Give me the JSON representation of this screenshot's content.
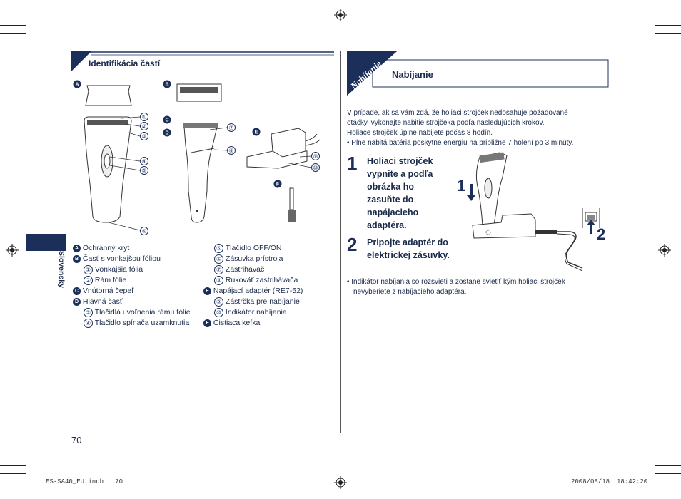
{
  "left": {
    "section_title": "Identifikácia častí",
    "part_letters": [
      "A",
      "B",
      "C",
      "D",
      "E",
      "F"
    ],
    "callouts": [
      "①",
      "②",
      "③",
      "④",
      "⑤",
      "⑥",
      "⑦",
      "⑧",
      "⑨",
      "⑩"
    ],
    "legend_col1": [
      {
        "mark": "A",
        "type": "badge",
        "text": "Ochranný kryt"
      },
      {
        "mark": "B",
        "type": "badge",
        "text": "Časť s vonkajšou fóliou"
      },
      {
        "mark": "①",
        "type": "circ",
        "text": "Vonkajšia fólia"
      },
      {
        "mark": "②",
        "type": "circ",
        "text": "Rám fólie"
      },
      {
        "mark": "C",
        "type": "badge",
        "text": "Vnútorná čepeľ"
      },
      {
        "mark": "D",
        "type": "badge",
        "text": "Hlavná časť"
      },
      {
        "mark": "③",
        "type": "circ",
        "text": "Tlačidlá uvoľnenia rámu fólie"
      },
      {
        "mark": "④",
        "type": "circ",
        "text": "Tlačidlo spínača uzamknutia"
      }
    ],
    "legend_col2": [
      {
        "mark": "⑤",
        "type": "circ",
        "text": "Tlačidlo OFF/ON"
      },
      {
        "mark": "⑥",
        "type": "circ",
        "text": "Zásuvka prístroja"
      },
      {
        "mark": "⑦",
        "type": "circ",
        "text": "Zastrihávač"
      },
      {
        "mark": "⑧",
        "type": "circ",
        "text": "Rukoväť zastrihávača"
      },
      {
        "mark": "E",
        "type": "badge",
        "text": "Napájací adaptér (RE7-52)"
      },
      {
        "mark": "⑨",
        "type": "circ",
        "text": "Zástrčka pre nabíjanie"
      },
      {
        "mark": "⑩",
        "type": "circ",
        "text": "Indikátor nabíjania"
      },
      {
        "mark": "F",
        "type": "badge",
        "text": "Čistiaca kefka"
      }
    ],
    "side_tab": "Slovensky",
    "page_number": "70"
  },
  "right": {
    "tab_label": "Nabíjanie",
    "section_title": "Nabíjanie",
    "intro_lines": [
      "V prípade, ak sa vám zdá, že holiaci strojček nedosahuje požadované",
      "otáčky, vykonajte nabitie strojčeka podľa nasledujúcich krokov.",
      "Holiace strojček úplne nabijete počas 8 hodín.",
      "• Plne nabitá batéria poskytne energiu na približne 7 holení po 3 minúty."
    ],
    "step1_num": "1",
    "step1_text": "Holiaci strojček vypnite a podľa obrázka ho zasuňte do napájacieho adaptéra.",
    "step2_num": "2",
    "step2_text": "Pripojte adaptér do elektrickej zásuvky.",
    "illus_label_1": "1",
    "illus_label_2": "2",
    "note_lines": [
      "• Indikátor nabíjania so rozsvieti a zostane svietiť kým holiaci strojček",
      "nevyberiete z nabíjacieho adaptéra."
    ]
  },
  "footer": {
    "file": "ES-SA40_EU.indb   70",
    "date": "2008/08/18",
    "time": "18:42:20"
  },
  "colors": {
    "navy": "#1c2f5a",
    "text": "#1a2a4a"
  }
}
